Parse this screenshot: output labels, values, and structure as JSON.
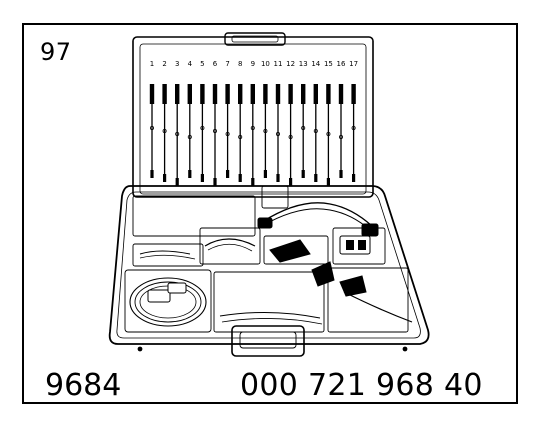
{
  "figure": {
    "number": "97",
    "part_number_left": "9684",
    "part_number_right": "000 721 968 40"
  },
  "tool_slots": [
    "1",
    "2",
    "3",
    "4",
    "5",
    "6",
    "7",
    "8",
    "9",
    "10",
    "11",
    "12",
    "13",
    "14",
    "15",
    "16",
    "17"
  ],
  "colors": {
    "ink": "#000000",
    "paper": "#ffffff"
  }
}
